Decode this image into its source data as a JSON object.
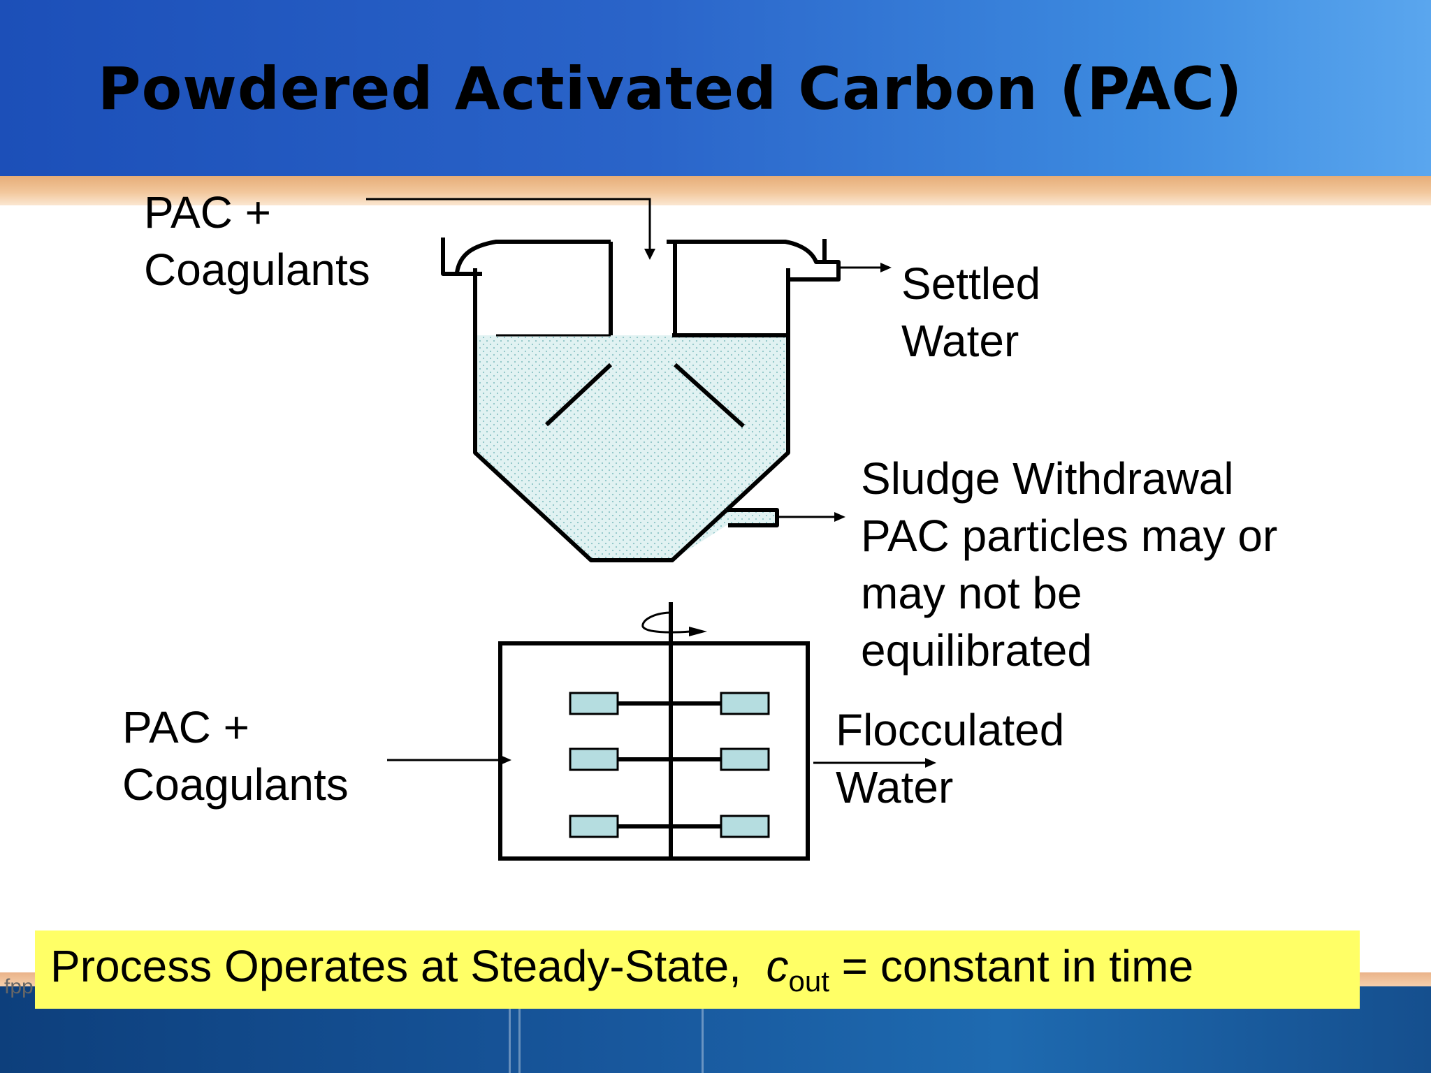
{
  "slide": {
    "title": "Powdered Activated Carbon (PAC)",
    "corner_text": "fpp"
  },
  "clarifier": {
    "inlet_label_line1": "PAC +",
    "inlet_label_line2": "Coagulants",
    "outlet_label_line1": "Settled",
    "outlet_label_line2": "Water",
    "sludge_label_lines": [
      "Sludge Withdrawal",
      "PAC particles may or",
      "may not be",
      "equilibrated"
    ]
  },
  "flocculator": {
    "inlet_label_line1": "PAC +",
    "inlet_label_line2": "Coagulants",
    "outlet_label_line1": "Flocculated",
    "outlet_label_line2": "Water"
  },
  "banner": {
    "text_before": "Process Operates at Steady-State,  ",
    "var_symbol": "c",
    "var_subscript": "out",
    "text_after": " = constant in time"
  },
  "colors": {
    "header_blue": "#1c4fb8",
    "accent_tan": "#e6ad78",
    "water_fill": "#dcefef",
    "paddle_fill": "#b5dde0",
    "banner_yellow": "#ffff66"
  }
}
